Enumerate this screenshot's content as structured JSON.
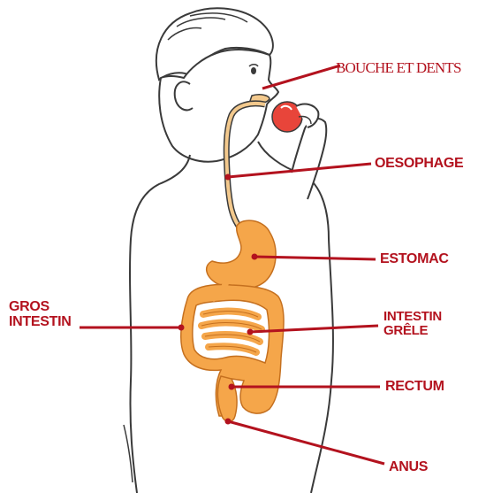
{
  "labels": {
    "mouth": "BOUCHE ET DENTS",
    "esophagus": "OESOPHAGE",
    "stomach": "ESTOMAC",
    "small_intestine": [
      "INTESTIN",
      "GRÊLE"
    ],
    "rectum": "RECTUM",
    "anus": "ANUS",
    "large_intestine": [
      "GROS",
      "INTESTIN"
    ]
  },
  "colors": {
    "label": "#b3121e",
    "organ": "#f5a64a",
    "outline": "#3a3a3a"
  }
}
